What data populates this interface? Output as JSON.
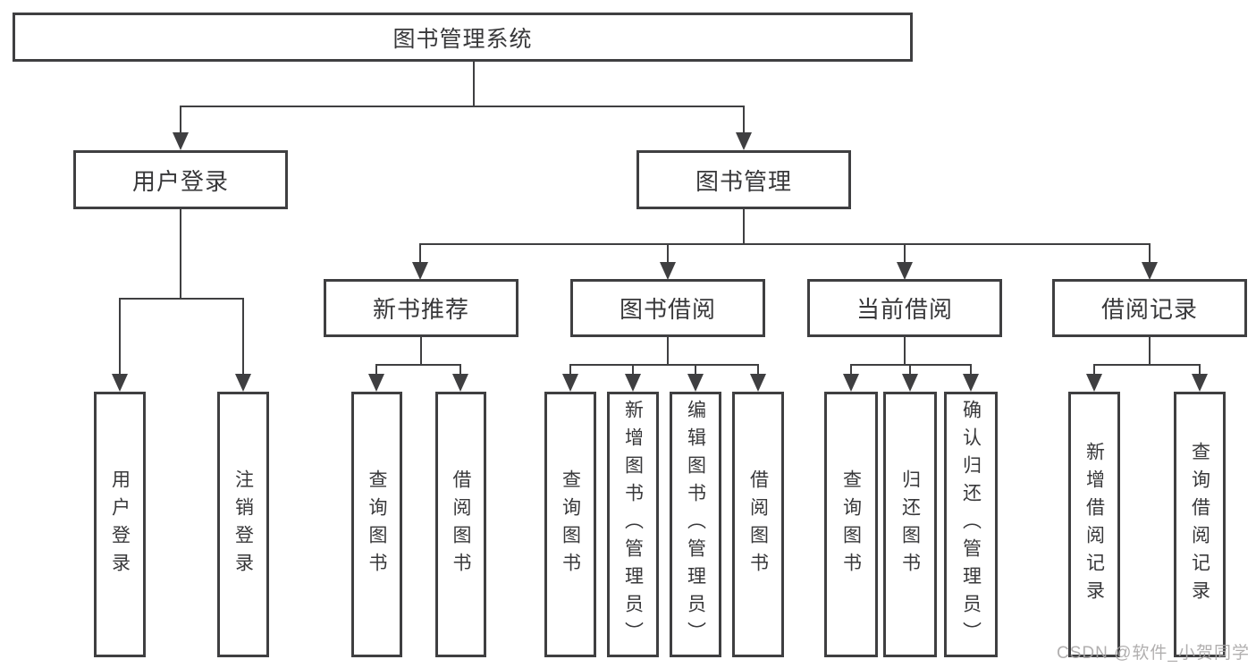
{
  "tree": {
    "root": {
      "label": "图书管理系统"
    },
    "branches": [
      {
        "label": "用户登录",
        "children": [
          {
            "label": "用户登录"
          },
          {
            "label": "注销登录"
          }
        ]
      },
      {
        "label": "图书管理",
        "children": [
          {
            "label": "新书推荐",
            "children": [
              {
                "label": "查询图书"
              },
              {
                "label": "借阅图书"
              }
            ]
          },
          {
            "label": "图书借阅",
            "children": [
              {
                "label": "查询图书"
              },
              {
                "label": "新增图书（管理员）"
              },
              {
                "label": "编辑图书（管理员）"
              },
              {
                "label": "借阅图书"
              }
            ]
          },
          {
            "label": "当前借阅",
            "children": [
              {
                "label": "查询图书"
              },
              {
                "label": "归还图书"
              },
              {
                "label": "确认归还（管理员）"
              }
            ]
          },
          {
            "label": "借阅记录",
            "children": [
              {
                "label": "新增借阅记录"
              },
              {
                "label": "查询借阅记录"
              }
            ]
          }
        ]
      }
    ]
  },
  "watermark": {
    "text": "CSDN @软件_小贺同学"
  },
  "colors": {
    "line": "#3f3f41",
    "text": "#38383a",
    "background": "#ffffff",
    "watermark": "#a9a7a7"
  }
}
